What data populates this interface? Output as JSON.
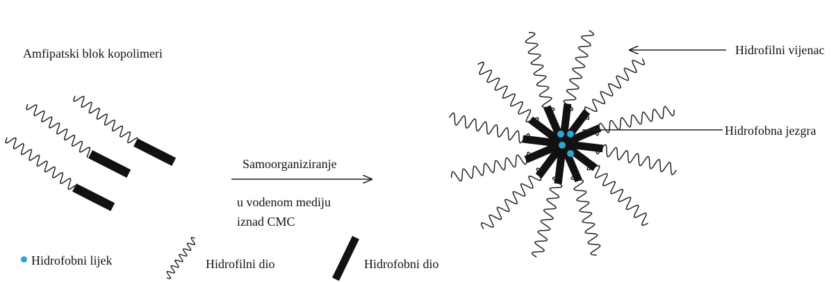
{
  "labels": {
    "title": "Amfipatski blok kopolimeri",
    "process_top": "Samoorganiziranje",
    "process_bottom_1": "u vodenom mediju",
    "process_bottom_2": "iznad CMC",
    "corona": "Hidrofilni vijenac",
    "core": "Hidrofobna jezgra"
  },
  "legend": {
    "drug": "Hidrofobni lijek",
    "hydrophilic": "Hidrofilni dio",
    "hydrophobic": "Hidrofobni dio"
  },
  "colors": {
    "drug": "#2aa6d8",
    "block": "#111111",
    "line": "#222222"
  }
}
